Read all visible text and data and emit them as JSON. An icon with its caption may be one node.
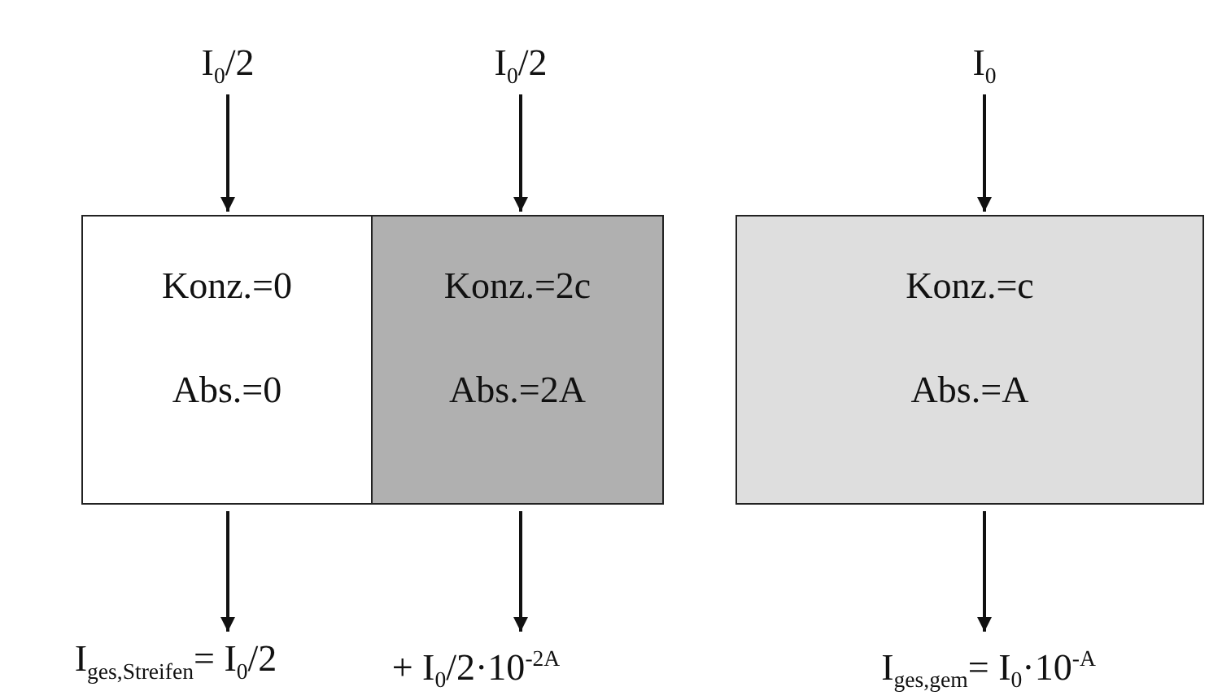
{
  "diagram": {
    "nodes": [
      {
        "text": [
          "I$_{0}$/2"
        ]
      },
      {
        "text": [
          "I$_{0}$/2"
        ]
      },
      {
        "text": [
          "I$_{0}$"
        ]
      },
      {
        "text": [
          "Konz.=0",
          "Abs.=0"
        ]
      },
      {
        "text": [
          "Konz.=2c",
          "Abs.=2A"
        ]
      },
      {
        "text": [
          "Konz.=c",
          "Abs.=A"
        ]
      },
      {
        "text": [
          "I$_{ges,Streifen}$= I$_{0}$/2"
        ]
      },
      {
        "text": [
          "+ I$_{0}$/2·10$^{-2A}$"
        ]
      },
      {
        "text": [
          "I$_{ges,gem}$= I$_{0}$·10$^{-A}$"
        ]
      }
    ],
    "edges": [
      {
        "from": 0,
        "to": 3,
        "arrow": "to"
      },
      {
        "from": 1,
        "to": 4,
        "arrow": "to"
      },
      {
        "from": 2,
        "to": 5,
        "arrow": "to"
      },
      {
        "from": 3,
        "to": 6,
        "arrow": "to"
      },
      {
        "from": 4,
        "to": 7,
        "arrow": "to"
      },
      {
        "from": 5,
        "to": 8,
        "arrow": "to"
      }
    ]
  }
}
